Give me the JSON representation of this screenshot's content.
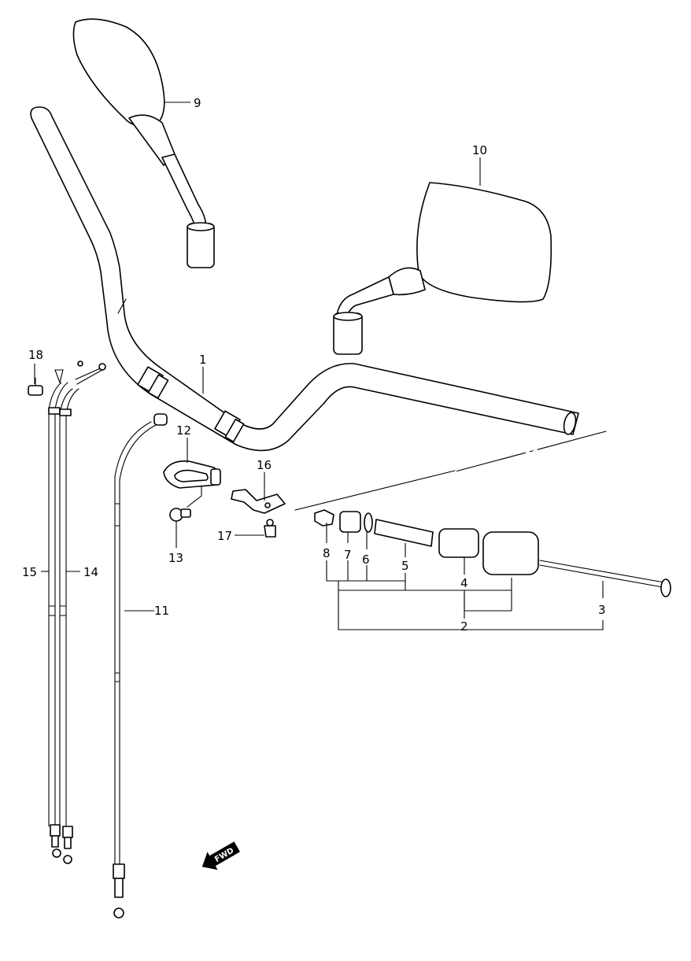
{
  "callouts": {
    "p1": "1",
    "p2": "2",
    "p3": "3",
    "p4": "4",
    "p5": "5",
    "p6": "6",
    "p7": "7",
    "p8": "8",
    "p9": "9",
    "p10": "10",
    "p11": "11",
    "p12": "12",
    "p13": "13",
    "p14": "14",
    "p15": "15",
    "p16": "16",
    "p17": "17",
    "p18": "18"
  },
  "fwd_label": "FWD"
}
